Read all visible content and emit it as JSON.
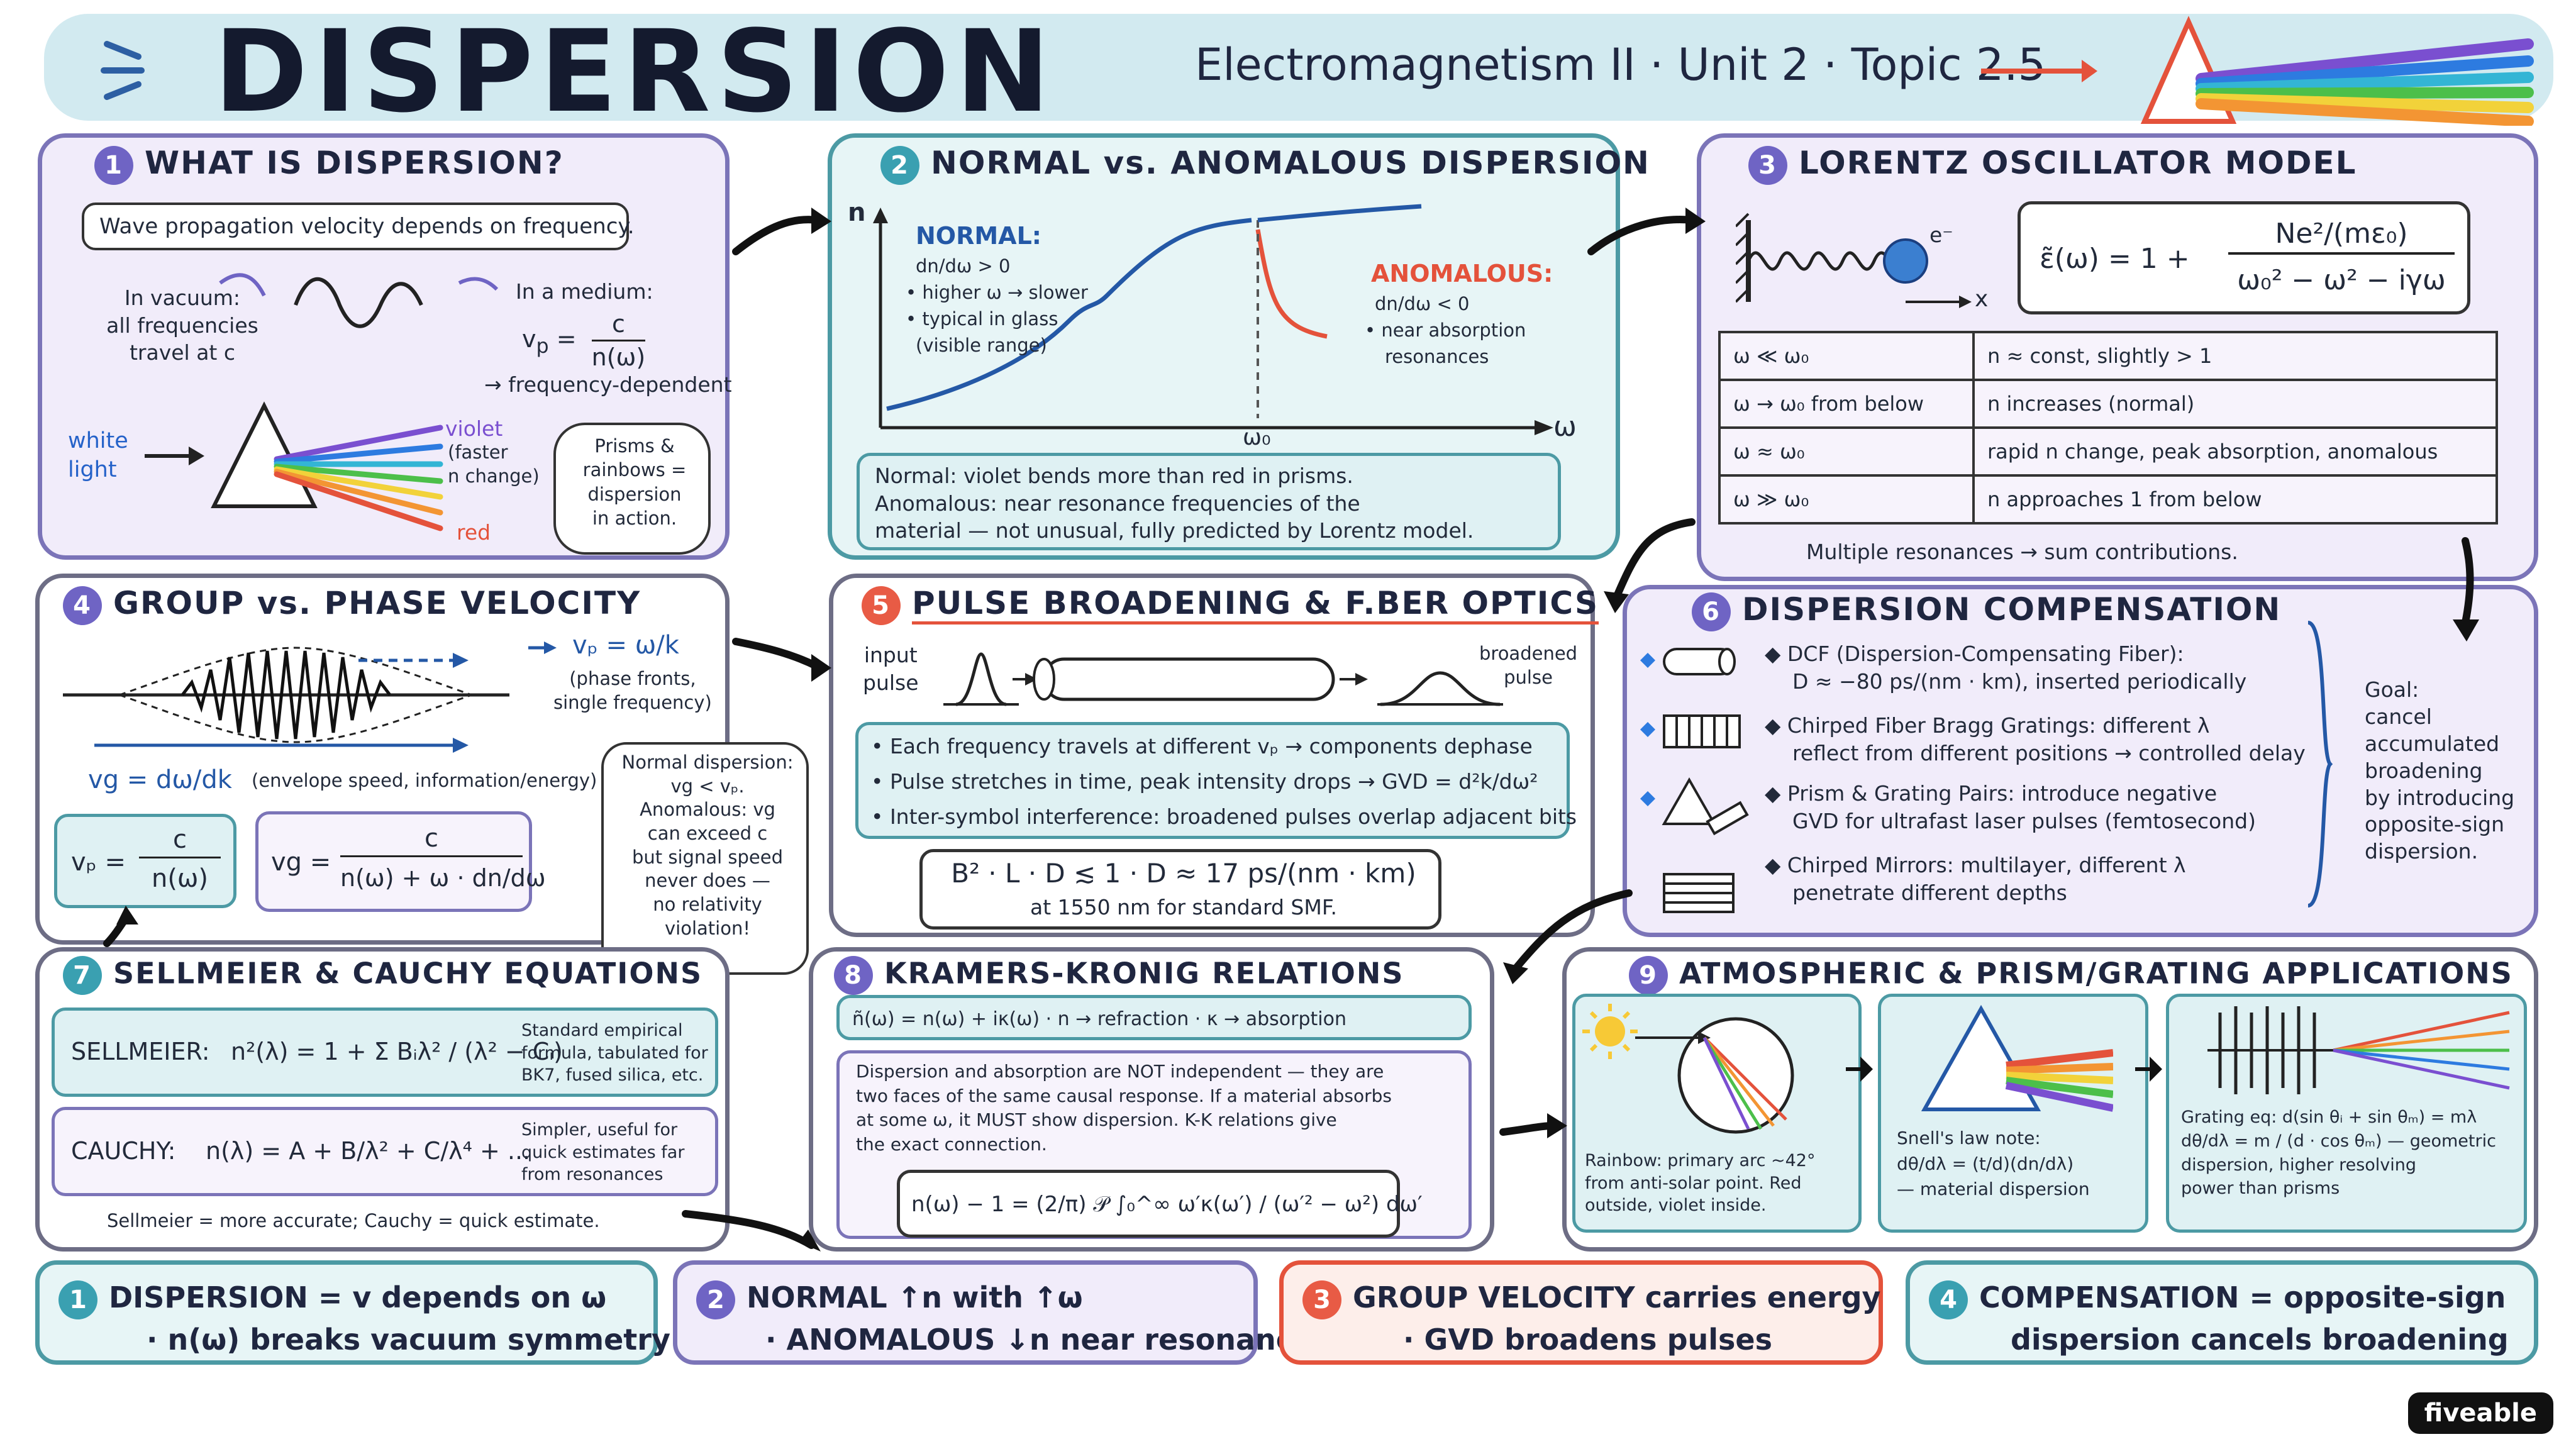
{
  "header": {
    "title": "DISPERSION",
    "subtitle": "Electromagnetism II · Unit 2 · Topic 2.5"
  },
  "s1": {
    "num": "1",
    "title": "WHAT IS DISPERSION?",
    "summary": "Wave propagation velocity depends on frequency.",
    "vacuum": [
      "In vacuum:",
      "all frequencies",
      "travel at c"
    ],
    "medium": "In a medium:",
    "vp": "v",
    "vp_sub": "p",
    "vp_num": "c",
    "vp_den": "n(ω)",
    "freq_dep": "→ frequency-dependent",
    "white_light": [
      "white",
      "light"
    ],
    "violet": "violet",
    "faster": [
      "(faster",
      "n change)"
    ],
    "red": "red",
    "bubble": [
      "Prisms &",
      "rainbows =",
      "dispersion",
      "in action."
    ]
  },
  "s2": {
    "num": "2",
    "title": "NORMAL vs. ANOMALOUS DISPERSION",
    "n_axis": "n",
    "w_axis": "ω",
    "w0": "ω₀",
    "normal_title": "NORMAL:",
    "normal_lines": [
      "dn/dω > 0",
      "• higher ω → slower",
      "• typical in glass",
      "(visible range)"
    ],
    "anom_title": "ANOMALOUS:",
    "anom_lines": [
      "dn/dω < 0",
      "• near absorption",
      "resonances"
    ],
    "note": [
      "Normal: violet bends more than red in prisms.",
      "Anomalous: near resonance frequencies of the",
      "material — not unusual, fully predicted by Lorentz model."
    ]
  },
  "s3": {
    "num": "3",
    "title": "LORENTZ OSCILLATOR MODEL",
    "electron": "e⁻",
    "x": "x",
    "eps_lhs": "ε̃(ω) = 1 +",
    "eps_num": "Ne²/(mε₀)",
    "eps_den": "ω₀² − ω² − iγω",
    "rows": [
      {
        "cond": "ω ≪ ω₀",
        "result": "n ≈ const, slightly > 1"
      },
      {
        "cond": "ω → ω₀ from below",
        "result": "n increases (normal)"
      },
      {
        "cond": "ω ≈ ω₀",
        "result": "rapid n change, peak absorption, anomalous"
      },
      {
        "cond": "ω ≫ ω₀",
        "result": "n approaches 1 from below"
      }
    ],
    "footer": "Multiple resonances → sum contributions."
  },
  "s4": {
    "num": "4",
    "title": "GROUP vs. PHASE VELOCITY",
    "vp_eq": "vₚ = ω/k",
    "phase_note": [
      "(phase fronts,",
      "single frequency)"
    ],
    "vg_eq": "vg = dω/dk",
    "vg_note": "(envelope speed, information/energy)",
    "vp_box_lhs": "vₚ =",
    "vp_box_num": "c",
    "vp_box_den": "n(ω)",
    "vg_box_lhs": "vg =",
    "vg_box_num": "c",
    "vg_box_den": "n(ω) + ω · dn/dω",
    "bubble": [
      "Normal dispersion:",
      "vg < vₚ.",
      "Anomalous: vg",
      "can exceed c",
      "but signal speed",
      "never does —",
      "no relativity",
      "violation!"
    ]
  },
  "s5": {
    "num": "5",
    "title": "PULSE BROADENING & F.BER OPTICS",
    "input": [
      "input",
      "pulse"
    ],
    "output": [
      "broadened",
      "pulse"
    ],
    "bullets": [
      "• Each frequency travels at different vₚ → components dephase",
      "• Pulse stretches in time, peak intensity drops → GVD = d²k/dω²",
      "• Inter-symbol interference: broadened pulses overlap adjacent bits"
    ],
    "limit": "B² · L · D ≲ 1  ·  D ≈ 17 ps/(nm · km)",
    "limit2": "at 1550 nm for standard SMF."
  },
  "s6": {
    "num": "6",
    "title": "DISPERSION COMPENSATION",
    "items": [
      [
        "◆ DCF (Dispersion-Compensating Fiber):",
        "D ≈ −80 ps/(nm · km), inserted periodically"
      ],
      [
        "◆ Chirped Fiber Bragg Gratings: different λ",
        "reflect from different positions → controlled delay"
      ],
      [
        "◆ Prism & Grating Pairs: introduce negative",
        "GVD for ultrafast laser pulses (femtosecond)"
      ],
      [
        "◆ Chirped Mirrors: multilayer, different λ",
        "penetrate different depths"
      ]
    ],
    "goal": [
      "Goal:",
      "cancel",
      "accumulated",
      "broadening",
      "by introducing",
      "opposite-sign",
      "dispersion."
    ]
  },
  "s7": {
    "num": "7",
    "title": "SELLMEIER & CAUCHY EQUATIONS",
    "sell_label": "SELLMEIER:",
    "sell_eq": "n²(λ) = 1 + Σ Bᵢλ² / (λ² − Cᵢ)",
    "sell_note": [
      "Standard empirical",
      "formula, tabulated for",
      "BK7, fused silica, etc."
    ],
    "cauchy_label": "CAUCHY:",
    "cauchy_eq": "n(λ) = A + B/λ² + C/λ⁴ + ...",
    "cauchy_note": [
      "Simpler, useful for",
      "quick estimates far",
      "from resonances"
    ],
    "footer": "Sellmeier = more accurate; Cauchy = quick estimate."
  },
  "s8": {
    "num": "8",
    "title": "KRAMERS-KRONIG RELATIONS",
    "eq": "ñ(ω) = n(ω) + iκ(ω)  ·  n → refraction  ·  κ → absorption",
    "text": [
      "Dispersion and absorption are NOT independent — they are",
      "two faces of the same causal response. If a material absorbs",
      "at some ω, it MUST show dispersion. K-K relations give",
      "the exact connection."
    ],
    "kk": "n(ω) − 1 = (2/π) 𝒫 ∫₀^∞ ω′κ(ω′) / (ω′² − ω²) dω′"
  },
  "s9": {
    "num": "9",
    "title": "ATMOSPHERIC & PRISM/GRATING APPLICATIONS",
    "rainbow": [
      "Rainbow: primary arc ~42°",
      "from anti-solar point. Red",
      "outside, violet inside."
    ],
    "snell": [
      "Snell's law note:",
      "dθ/dλ = (t/d)(dn/dλ)",
      "— material dispersion"
    ],
    "grating": [
      "Grating eq: d(sin θᵢ + sin θₘ) = mλ",
      "dθ/dλ = m / (d · cos θₘ) — geometric",
      "dispersion, higher resolving",
      "power than prisms"
    ]
  },
  "bottom": [
    {
      "num": "1",
      "line1": "DISPERSION = v depends on ω",
      "line2": "· n(ω) breaks vacuum symmetry"
    },
    {
      "num": "2",
      "line1": "NORMAL ↑n with ↑ω",
      "line2": "· ANOMALOUS ↓n near resonances"
    },
    {
      "num": "3",
      "line1": "GROUP VELOCITY carries energy",
      "line2": "· GVD broadens pulses"
    },
    {
      "num": "4",
      "line1": "COMPENSATION = opposite-sign",
      "line2": "dispersion cancels broadening"
    }
  ],
  "logo": "fiveable",
  "colors": {
    "lavender": "#f1ecfa",
    "teal": "#e7f5f6",
    "accent_red": "#e4523b",
    "accent_blue": "#2562c9",
    "header_bg": "#cfe9ef"
  }
}
